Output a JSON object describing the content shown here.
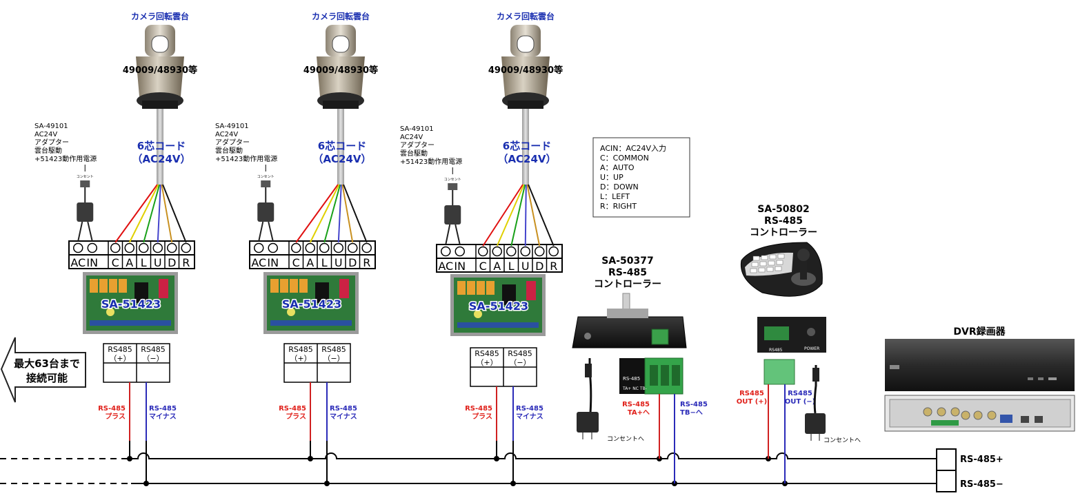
{
  "cameras": [
    {
      "title": "カメラ回転雲台",
      "model": "49009/48930等",
      "cable_line1": "6芯コード",
      "cable_line2": "（AC24V）"
    },
    {
      "title": "カメラ回転雲台",
      "model": "49009/48930等",
      "cable_line1": "6芯コード",
      "cable_line2": "（AC24V）"
    },
    {
      "title": "カメラ回転雲台",
      "model": "49009/48930等",
      "cable_line1": "6芯コード",
      "cable_line2": "（AC24V）"
    }
  ],
  "adapter_note": [
    "SA-49101",
    "AC24V",
    "アダプター",
    "雲台駆動",
    "+51423動作用電源"
  ],
  "outlet_label": "コンセント",
  "terminal_labels": [
    "AC",
    "IN",
    "C",
    "A",
    "L",
    "U",
    "D",
    "R"
  ],
  "board_label": "SA-51423",
  "rs485_plus_header": "RS485",
  "rs485_plus_sign": "（+）",
  "rs485_minus_header": "RS485",
  "rs485_minus_sign": "（−）",
  "wire_plus_label": [
    "RS-485",
    "プラス"
  ],
  "wire_minus_label": [
    "RS-485",
    "マイナス"
  ],
  "max_units": [
    "最大63台まで",
    "接続可能"
  ],
  "legend": [
    "ACIN：AC24V入力",
    "C：COMMON",
    "A：AUTO",
    "U：UP",
    "D：DOWN",
    "L：LEFT",
    "R：RIGHT"
  ],
  "controller1": {
    "title": [
      "SA-50377",
      "RS-485",
      "コントローラー"
    ],
    "ta_label": [
      "RS-485",
      "TA+へ"
    ],
    "tb_label": [
      "RS-485",
      "TB−へ"
    ],
    "terminal_text": "RS-485",
    "terminal_sub": "TA+ NC TB-",
    "outlet_to": "コンセントへ"
  },
  "controller2": {
    "title": [
      "SA-50802",
      "RS-485",
      "コントローラー"
    ],
    "out_plus": [
      "RS485",
      "OUT (+)"
    ],
    "out_minus": [
      "RS485",
      "OUT (−)"
    ],
    "panel_label": "RS485",
    "power_label": "POWER",
    "outlet_to": "コンセントへ"
  },
  "dvr": {
    "title": "DVR録画器",
    "bus_plus": "RS-485+",
    "bus_minus": "RS-485−"
  },
  "colors": {
    "red_label": "#e0201a",
    "blue_label": "#2a2ab8",
    "board_green": "#2f7a3a"
  }
}
